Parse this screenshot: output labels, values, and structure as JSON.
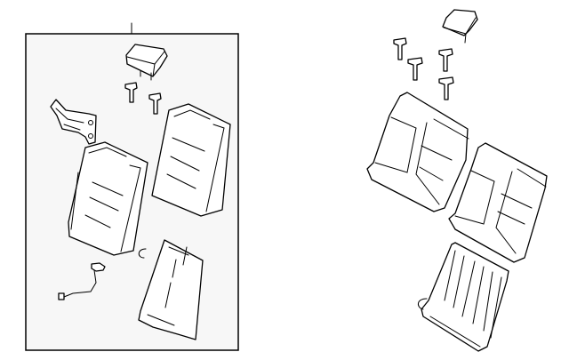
{
  "diagram": {
    "colors": {
      "line": "#000000",
      "group_box_fill": "#f7f7f7",
      "background": "#ffffff"
    },
    "parts_left_group": [
      "headrest",
      "headrest-guide",
      "headrest-guide",
      "bracket",
      "seat-back-cover",
      "seat-back-cover",
      "clip",
      "wire-harness",
      "seat-back-frame"
    ],
    "parts_right_group": [
      "headrest",
      "headrest-guide",
      "headrest-guide",
      "headrest-guide",
      "headrest-guide",
      "seat-back-cushion",
      "seat-back-cushion",
      "seat-back-frame"
    ]
  }
}
